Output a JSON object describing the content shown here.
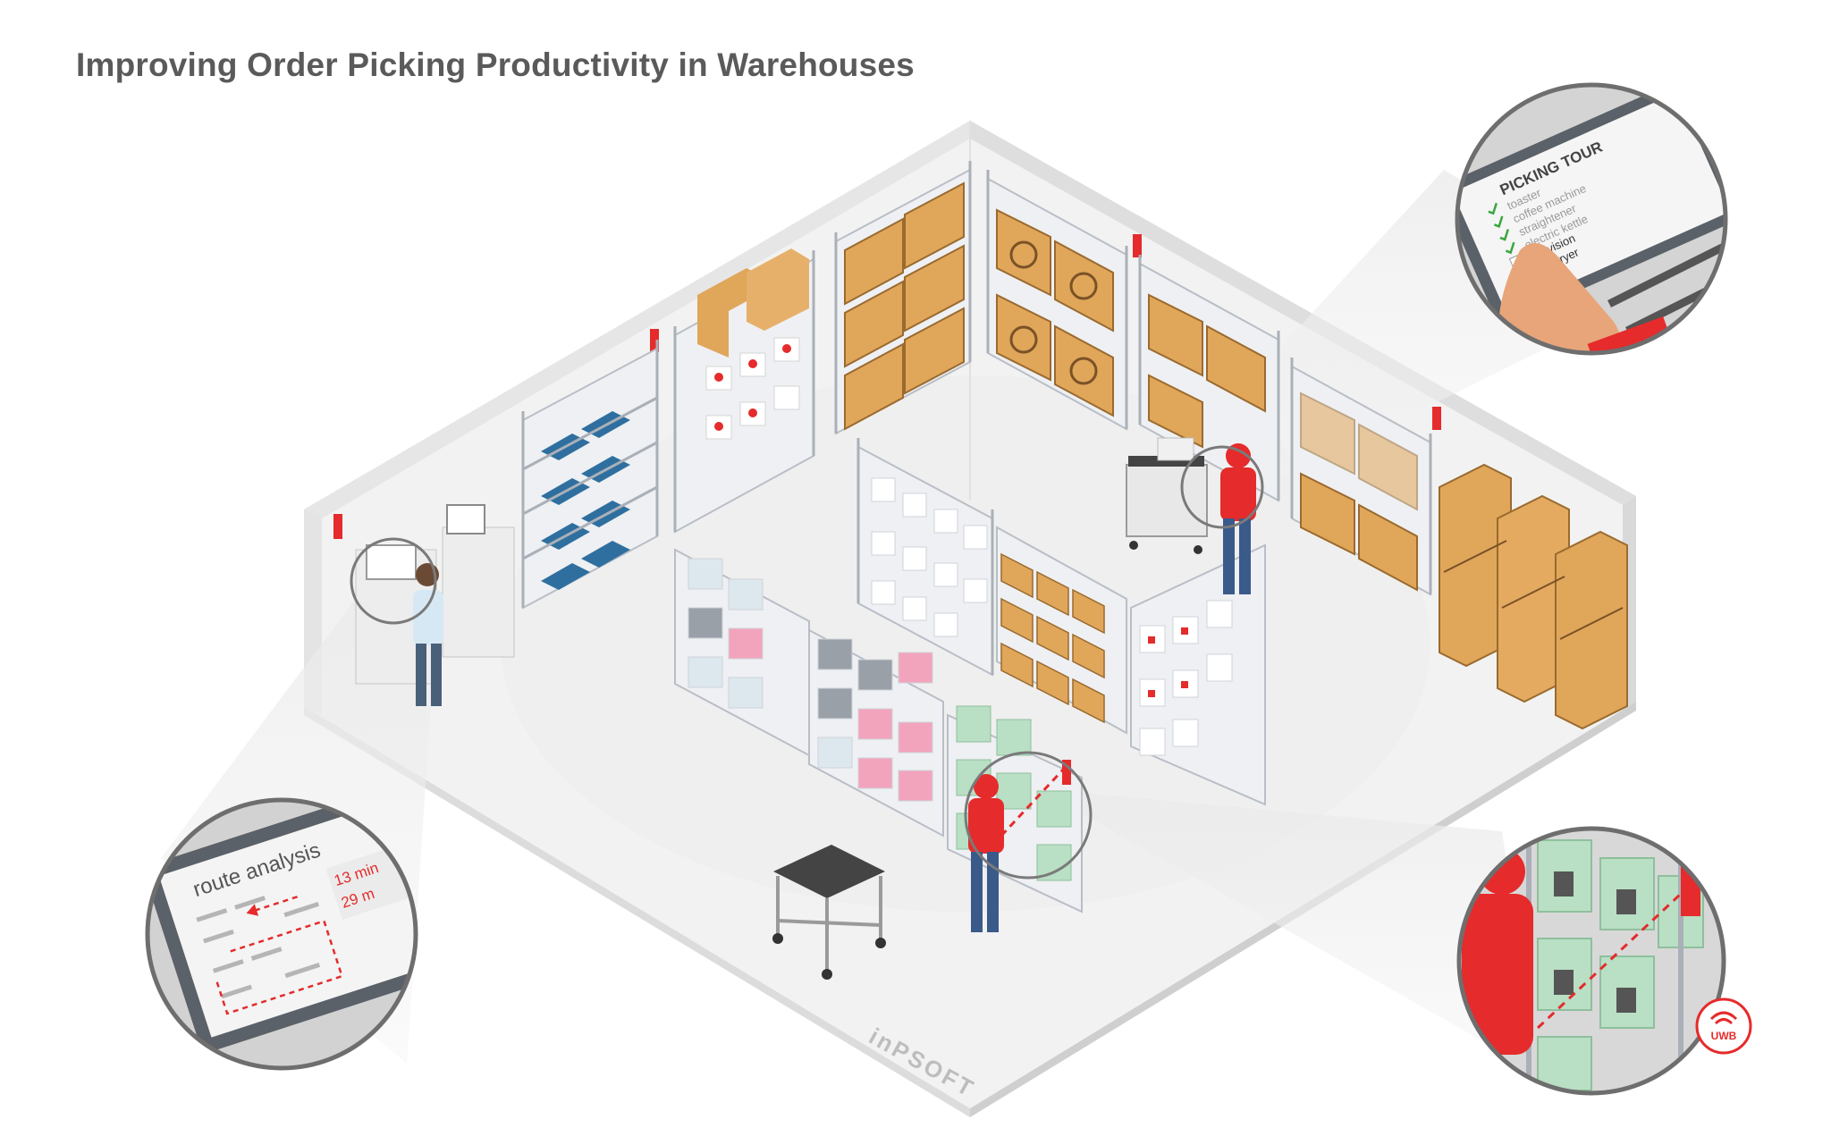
{
  "title": "Improving Order Picking Productivity in Warehouses",
  "tablet": {
    "heading": "PICKING TOUR",
    "items": [
      {
        "label": "toaster",
        "checked": true
      },
      {
        "label": "coffee machine",
        "checked": true
      },
      {
        "label": "straightener",
        "checked": true
      },
      {
        "label": "electric kettle",
        "checked": true
      },
      {
        "label": "television",
        "checked": false
      },
      {
        "label": "hairdryer",
        "checked": false
      }
    ]
  },
  "route_panel": {
    "heading": "route analysis",
    "time": "13 min",
    "distance": "29 m"
  },
  "uwb_badge": "UWB",
  "floor_watermark": "inPSOFT",
  "colors": {
    "accent_red": "#e52b2b",
    "box_brown": "#e0a65a",
    "shelf_grey": "#c8ccd2",
    "floor": "#f2f2f2",
    "text_grey": "#5a5a5a"
  }
}
